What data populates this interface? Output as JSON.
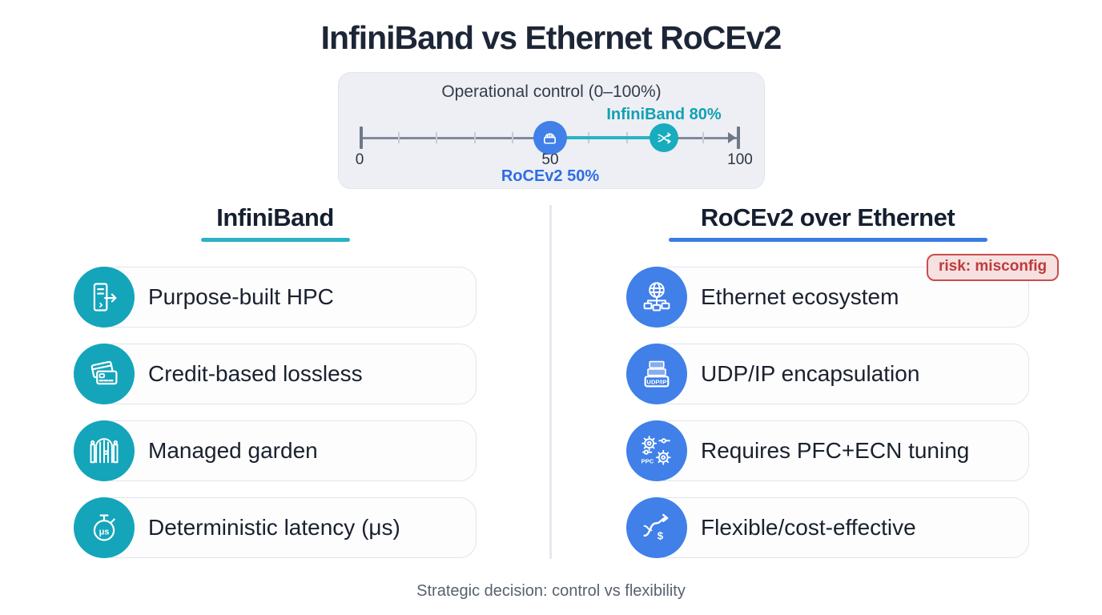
{
  "title": "InfiniBand vs Ethernet RoCEv2",
  "slider": {
    "label": "Operational control (0–100%)",
    "infiniband_marker": "InfiniBand 80%",
    "rocev2_marker": "RoCEv2 50%",
    "infiniband_value": 80,
    "rocev2_value": 50,
    "ticks": {
      "min": "0",
      "mid": "50",
      "max": "100"
    }
  },
  "left_column": {
    "header": "InfiniBand",
    "items": [
      {
        "icon": "server-arrow-icon",
        "label": "Purpose-built HPC"
      },
      {
        "icon": "credit-cards-icon",
        "label": "Credit-based lossless"
      },
      {
        "icon": "garden-gate-icon",
        "label": "Managed garden"
      },
      {
        "icon": "stopwatch-icon",
        "label": "Deterministic latency (μs)"
      }
    ]
  },
  "right_column": {
    "header": "RoCEv2 over Ethernet",
    "risk_badge": "risk: misconfig",
    "items": [
      {
        "icon": "globe-network-icon",
        "label": "Ethernet ecosystem"
      },
      {
        "icon": "udp-stack-icon",
        "label": "UDP/IP encapsulation"
      },
      {
        "icon": "gears-tuning-icon",
        "label": "Requires PFC+ECN tuning"
      },
      {
        "icon": "dollar-flow-icon",
        "label": "Flexible/cost-effective"
      }
    ]
  },
  "footer": "Strategic decision: control vs flexibility",
  "colors": {
    "teal": "#14a5ba",
    "blue": "#4080e8",
    "navy_title": "#1d2637",
    "risk_red": "#c03a3a",
    "panel_bg": "#edeff4"
  }
}
